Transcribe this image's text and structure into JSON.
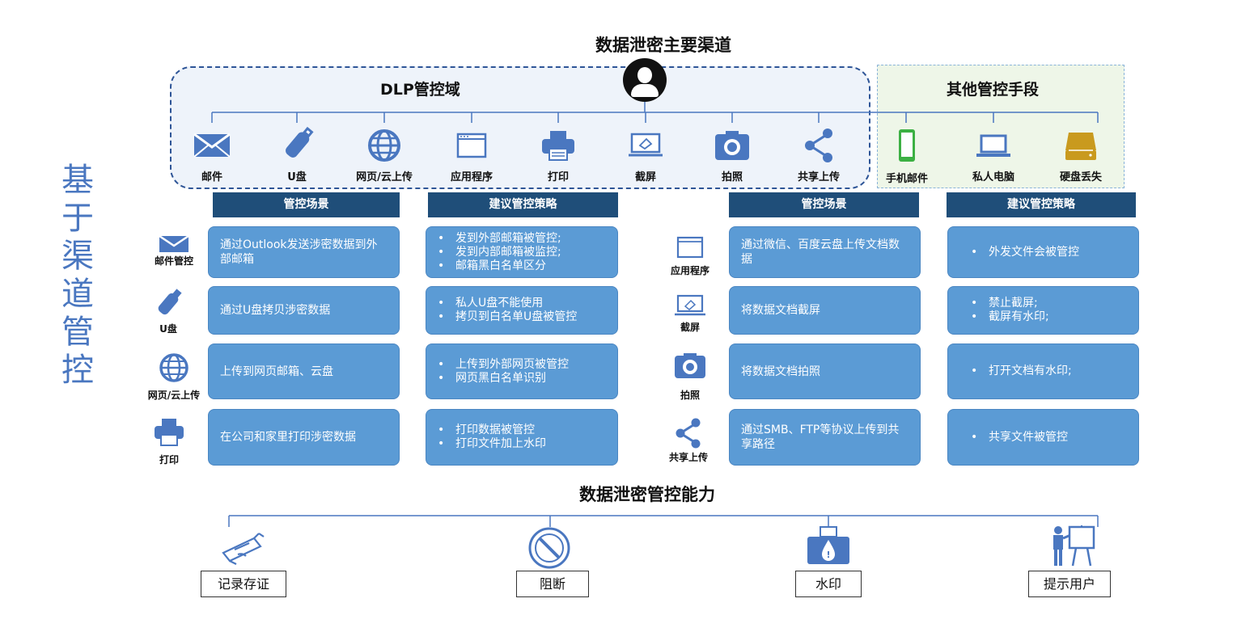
{
  "side_title": [
    "基",
    "于",
    "渠",
    "道",
    "管",
    "控"
  ],
  "top_title": "数据泄密主要渠道",
  "dlp_domain": {
    "title": "DLP管控域",
    "channels": [
      {
        "icon": "mail-icon",
        "label": "邮件"
      },
      {
        "icon": "usb-icon",
        "label": "U盘"
      },
      {
        "icon": "globe-icon",
        "label": "网页/云上传"
      },
      {
        "icon": "app-window-icon",
        "label": "应用程序"
      },
      {
        "icon": "printer-icon",
        "label": "打印"
      },
      {
        "icon": "screenshot-icon",
        "label": "截屏"
      },
      {
        "icon": "camera-icon",
        "label": "拍照"
      },
      {
        "icon": "share-icon",
        "label": "共享上传"
      }
    ]
  },
  "other_domain": {
    "title": "其他管控手段",
    "channels": [
      {
        "icon": "mobile-phone-icon",
        "label": "手机邮件"
      },
      {
        "icon": "laptop-icon",
        "label": "私人电脑"
      },
      {
        "icon": "hard-disk-icon",
        "label": "硬盘丢失"
      }
    ]
  },
  "left_table": {
    "header_scene": "管控场景",
    "header_strategy": "建议管控策略",
    "rows": [
      {
        "icon": "mail-icon",
        "label": "邮件管控",
        "scene": "通过Outlook发送涉密数据到外部邮箱",
        "strategy": [
          "发到外部邮箱被管控;",
          "发到内部邮箱被监控;",
          "邮箱黑白名单区分"
        ]
      },
      {
        "icon": "usb-icon",
        "label": "U盘",
        "scene": "通过U盘拷贝涉密数据",
        "strategy": [
          "私人U盘不能使用",
          "拷贝到白名单U盘被管控"
        ]
      },
      {
        "icon": "globe-icon",
        "label": "网页/云上传",
        "scene": "上传到网页邮箱、云盘",
        "strategy": [
          "上传到外部网页被管控",
          "网页黑白名单识别"
        ]
      },
      {
        "icon": "printer-icon",
        "label": "打印",
        "scene": "在公司和家里打印涉密数据",
        "strategy": [
          "打印数据被管控",
          "打印文件加上水印"
        ]
      }
    ]
  },
  "right_table": {
    "header_scene": "管控场景",
    "header_strategy": "建议管控策略",
    "rows": [
      {
        "icon": "app-window-icon",
        "label": "应用程序",
        "scene": "通过微信、百度云盘上传文档数据",
        "strategy": [
          "外发文件会被管控"
        ]
      },
      {
        "icon": "screenshot-icon",
        "label": "截屏",
        "scene": "将数据文档截屏",
        "strategy": [
          "禁止截屏;",
          "截屏有水印;"
        ]
      },
      {
        "icon": "camera-icon",
        "label": "拍照",
        "scene": "将数据文档拍照",
        "strategy": [
          "打开文档有水印;"
        ]
      },
      {
        "icon": "share-icon",
        "label": "共享上传",
        "scene": "通过SMB、FTP等协议上传到共享路径",
        "strategy": [
          "共享文件被管控"
        ]
      }
    ]
  },
  "ability": {
    "title": "数据泄密管控能力",
    "items": [
      {
        "icon": "surveillance-camera-icon",
        "label": "记录存证"
      },
      {
        "icon": "block-icon",
        "label": "阻断"
      },
      {
        "icon": "watermark-icon",
        "label": "水印"
      },
      {
        "icon": "presenter-icon",
        "label": "提示用户"
      }
    ]
  },
  "colors": {
    "accent_blue": "#4a77c0",
    "header_navy": "#1f4e79",
    "card_blue": "#5b9bd5",
    "dlp_bg": "#eef3fa",
    "other_bg": "#eef6e8",
    "phone_green": "#3cb043",
    "disk_gold": "#c99a1e"
  }
}
